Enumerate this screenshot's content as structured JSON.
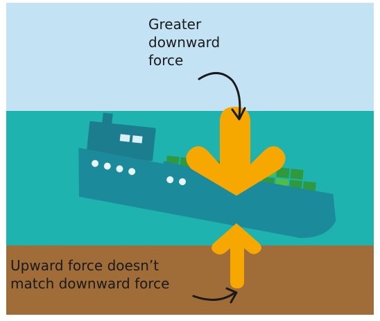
{
  "labels": {
    "downward": [
      "Greater",
      "downward",
      "force"
    ],
    "upward": [
      "Upward force doesn’t",
      "match downward force"
    ]
  },
  "colors": {
    "sky": "#c3e3f4",
    "water": "#1eb3ae",
    "ground": "#a06c37",
    "ship": "#1b8a9a",
    "cabin": "#1c7d8e",
    "window": "#d8f0f6",
    "container_dark": "#2f9a3d",
    "container_light": "#4fbd47",
    "arrow": "#f6a800",
    "pointer": "#1a1a1a"
  }
}
